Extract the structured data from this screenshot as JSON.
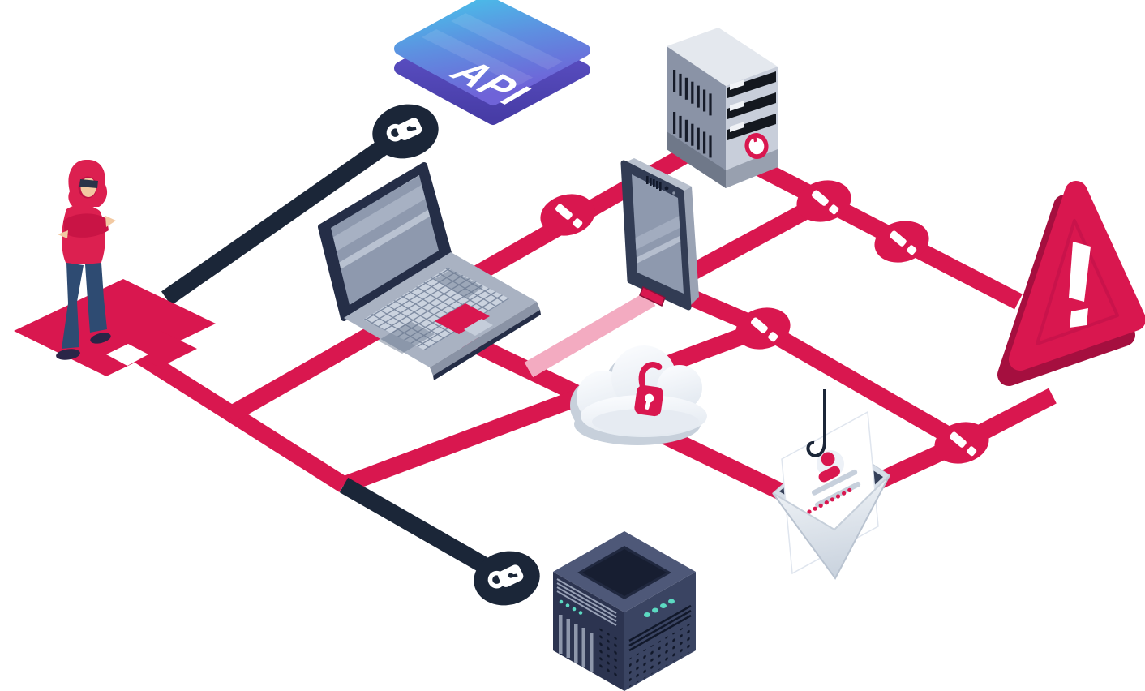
{
  "scene": {
    "description": "Isometric illustration of a hooded hacker attacking a network of devices",
    "api_badge": {
      "label": "API"
    },
    "colors": {
      "crimson": "#D9174F",
      "crimson_dark": "#A50F3F",
      "pink_trace": "#F3ABC1",
      "navy": "#1B2638",
      "teal_led": "#5CDAC2",
      "screen_gray": "#8E99AE",
      "device_gray": "#C8CEDA",
      "cloud_white": "#F7FAFD"
    },
    "nodes": {
      "alert_count": 5,
      "lock_count": 2
    },
    "icons": [
      "hacker-figure",
      "api-badge",
      "padlock-icon",
      "exclamation-icon",
      "laptop",
      "smartphone",
      "server-tower",
      "cloud-unlocked-padlock-icon",
      "phishing-email-hook-icon",
      "database-cube",
      "warning-triangle-icon"
    ]
  }
}
